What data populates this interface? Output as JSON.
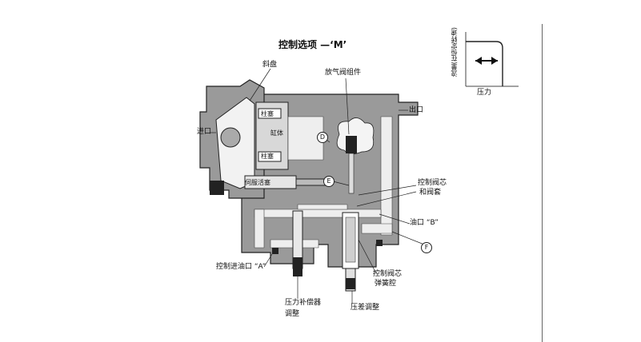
{
  "diagram": {
    "title": "控制选项 —‘M’",
    "labels": {
      "swash_plate": "斜盘",
      "piston": "柱塞",
      "piston2": "柱塞",
      "cylinder": "缸体",
      "inlet": "进口",
      "outlet": "出口",
      "bleed_valve": "放气阀组件",
      "control_piston": "伺服活塞",
      "spool_sleeve_1": "控制阀芯",
      "spool_sleeve_2": "和阀套",
      "port_b": "油口 “B”",
      "control_port_a": "控制进油口 “A”",
      "spool_spring_1": "控制阀芯",
      "spool_spring_2": "弹簧腔",
      "comp_adj_1": "压力补偿器",
      "comp_adj_2": "调整",
      "diff_adj": "压差调整"
    },
    "callouts": {
      "D": "D",
      "E": "E",
      "F": "F"
    }
  },
  "graph": {
    "y_label": "流量(在恒定转速)",
    "x_label": "压力"
  }
}
